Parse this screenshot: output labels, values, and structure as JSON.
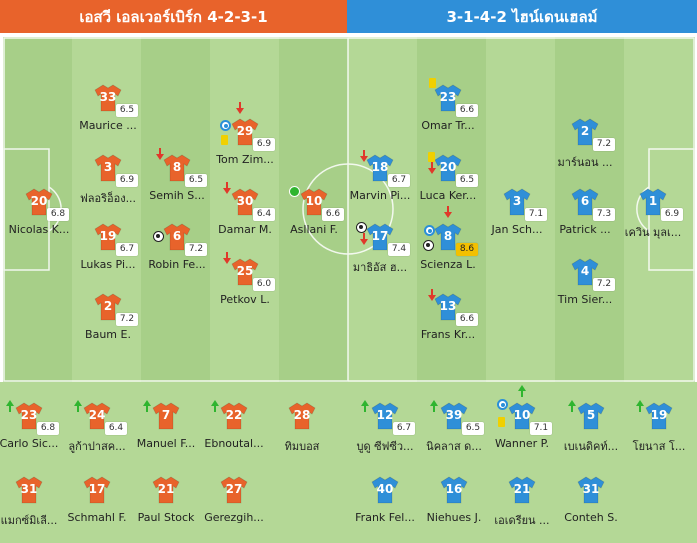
{
  "colors": {
    "home": "#e8632b",
    "away": "#2f8fd8"
  },
  "header": {
    "home_title": "เอสวี เอลเวอร์เบิร์ก 4-2-3-1",
    "away_title": "3-1-4-2 ไฮน์เดนเฮลม์"
  },
  "home_players": [
    {
      "number": "20",
      "rating": "6.8",
      "name": "Nicolas K..."
    },
    {
      "number": "33",
      "rating": "6.5",
      "name": "Maurice ..."
    },
    {
      "number": "3",
      "rating": "6.9",
      "name": "ฟลอริอ็อง..."
    },
    {
      "number": "19",
      "rating": "6.7",
      "name": "Lukas Pi..."
    },
    {
      "number": "2",
      "rating": "7.2",
      "name": "Baum E."
    },
    {
      "number": "8",
      "rating": "6.5",
      "name": "Semih S..."
    },
    {
      "number": "6",
      "rating": "7.2",
      "name": "Robin Fe..."
    },
    {
      "number": "29",
      "rating": "6.9",
      "name": "Tom Zim..."
    },
    {
      "number": "30",
      "rating": "6.4",
      "name": "Damar M."
    },
    {
      "number": "25",
      "rating": "6.0",
      "name": "Petkov L."
    },
    {
      "number": "10",
      "rating": "6.6",
      "name": "Asllani F."
    }
  ],
  "away_players": [
    {
      "number": "1",
      "rating": "6.9",
      "name": "เควิน มุลเ..."
    },
    {
      "number": "2",
      "rating": "7.2",
      "name": "มาร์นอน ..."
    },
    {
      "number": "6",
      "rating": "7.3",
      "name": "Patrick ..."
    },
    {
      "number": "4",
      "rating": "7.2",
      "name": "Tim Sier..."
    },
    {
      "number": "3",
      "rating": "7.1",
      "name": "Jan Sch..."
    },
    {
      "number": "23",
      "rating": "6.6",
      "name": "Omar Tr..."
    },
    {
      "number": "20",
      "rating": "6.5",
      "name": "Luca Ker..."
    },
    {
      "number": "8",
      "rating": "8.6",
      "name": "Scienza L."
    },
    {
      "number": "13",
      "rating": "6.6",
      "name": "Frans Kr..."
    },
    {
      "number": "18",
      "rating": "6.7",
      "name": "Marvin Pi..."
    },
    {
      "number": "17",
      "rating": "7.4",
      "name": "มาธิอัส ฮ..."
    }
  ],
  "home_bench": [
    {
      "number": "23",
      "rating": "6.8",
      "name": "Carlo Sic..."
    },
    {
      "number": "24",
      "rating": "6.4",
      "name": "ลูก้าปาสค..."
    },
    {
      "number": "7",
      "rating": "",
      "name": "Manuel F..."
    },
    {
      "number": "22",
      "rating": "",
      "name": "Ebnoutal..."
    },
    {
      "number": "28",
      "rating": "",
      "name": "ทิมบอส"
    },
    {
      "number": "31",
      "rating": "",
      "name": "แมกซ์มิเลี..."
    },
    {
      "number": "17",
      "rating": "",
      "name": "Schmahl F."
    },
    {
      "number": "21",
      "rating": "",
      "name": "Paul Stock"
    },
    {
      "number": "27",
      "rating": "",
      "name": "Gerezgih..."
    }
  ],
  "away_bench": [
    {
      "number": "12",
      "rating": "6.7",
      "name": "บูดู ซีฟซีว..."
    },
    {
      "number": "39",
      "rating": "6.5",
      "name": "นิคลาส ด..."
    },
    {
      "number": "10",
      "rating": "7.1",
      "name": "Wanner P."
    },
    {
      "number": "5",
      "rating": "",
      "name": "เบเนดิคท์..."
    },
    {
      "number": "19",
      "rating": "",
      "name": "โยนาส โ..."
    },
    {
      "number": "40",
      "rating": "",
      "name": "Frank Fel..."
    },
    {
      "number": "16",
      "rating": "",
      "name": "Niehues J."
    },
    {
      "number": "21",
      "rating": "",
      "name": "เอเดรียน ..."
    },
    {
      "number": "31",
      "rating": "",
      "name": "Conteh S."
    }
  ]
}
